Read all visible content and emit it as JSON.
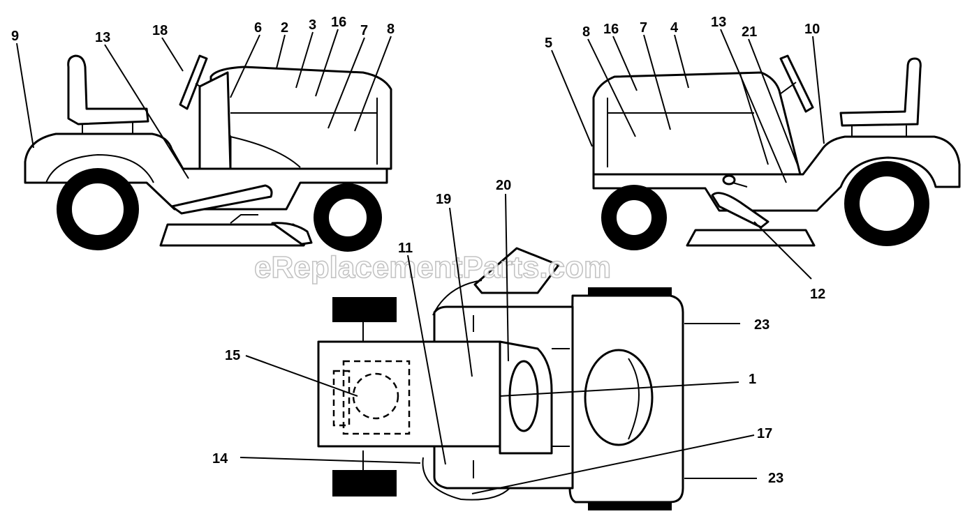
{
  "watermark": "eReplacementParts.com",
  "callouts": {
    "left_view": [
      "9",
      "13",
      "18",
      "6",
      "2",
      "3",
      "16",
      "7",
      "8"
    ],
    "right_view": [
      "5",
      "8",
      "16",
      "7",
      "4",
      "13",
      "21",
      "10",
      "12"
    ],
    "top_view": [
      "19",
      "20",
      "11",
      "15",
      "23",
      "1",
      "17",
      "14",
      "23"
    ]
  }
}
